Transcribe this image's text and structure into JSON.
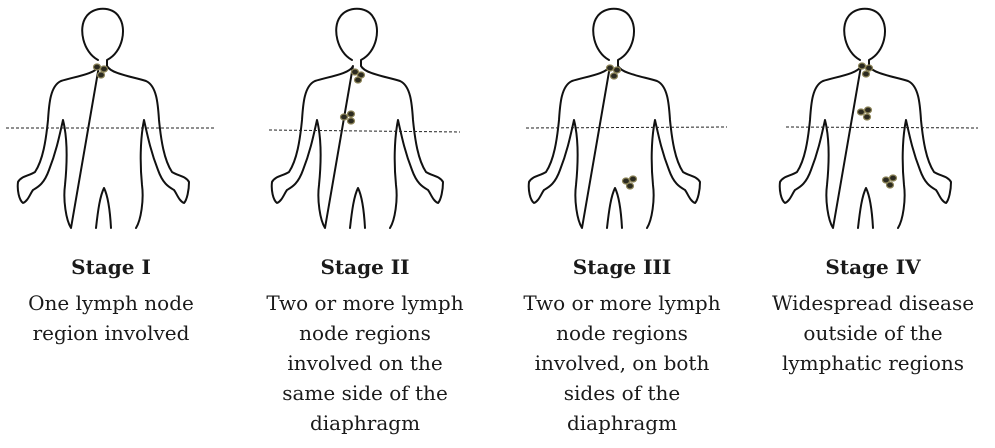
{
  "stages": [
    {
      "title": "Stage I",
      "description": [
        "One lymph node",
        "region involved"
      ]
    },
    {
      "title": "Stage II",
      "description": [
        "Two or more lymph",
        "node regions",
        "involved on the",
        "same side of the",
        "diaphragm"
      ]
    },
    {
      "title": "Stage III",
      "description": [
        "Two or more lymph",
        "node regions",
        "involved, on both",
        "sides of the",
        "diaphragm"
      ]
    },
    {
      "title": "Stage IV",
      "description": [
        "Widespread disease",
        "outside of the",
        "lymphatic regions"
      ]
    }
  ]
}
